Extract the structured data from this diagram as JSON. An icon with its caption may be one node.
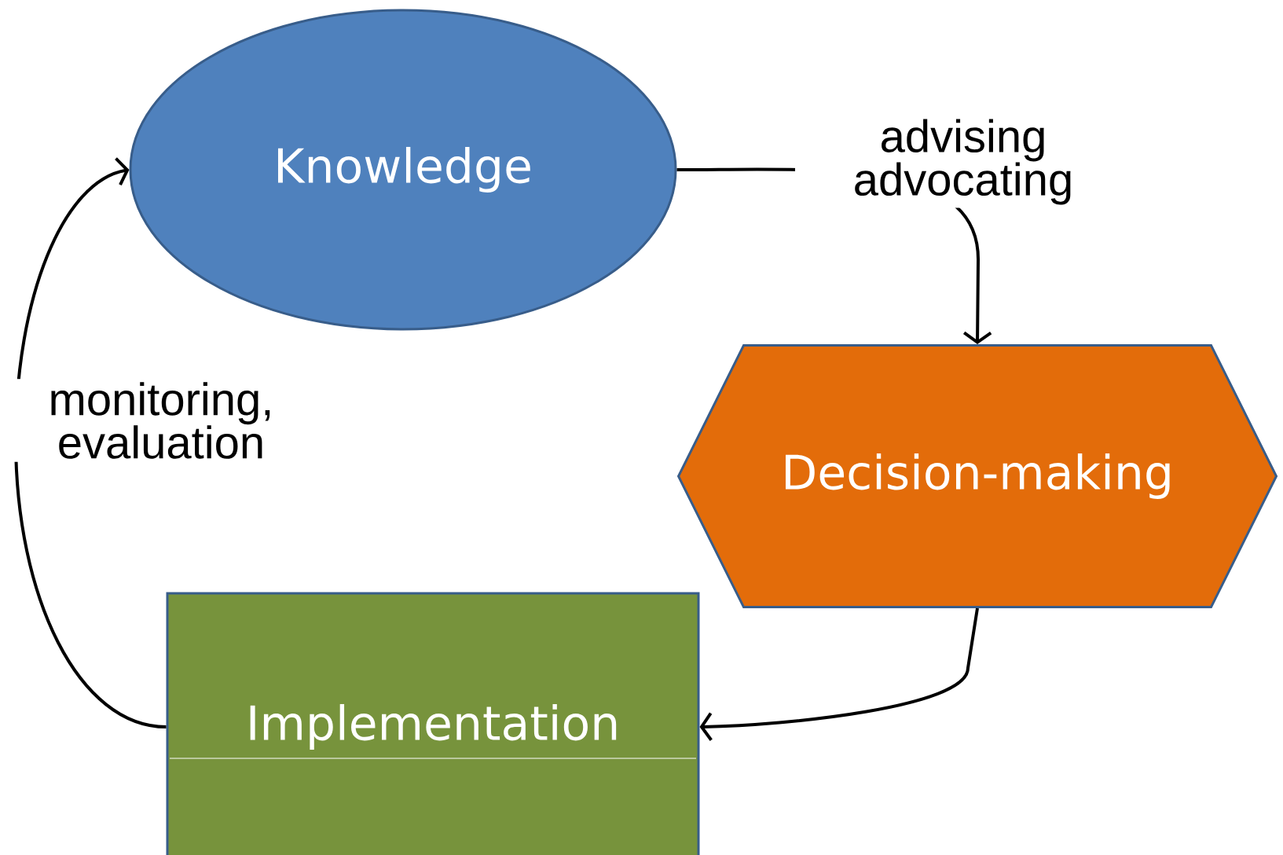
{
  "diagram": {
    "nodes": [
      {
        "text": [
          "Knowledge"
        ]
      },
      {
        "text": [
          "Decision-making"
        ]
      },
      {
        "text": [
          "Implementation"
        ]
      }
    ],
    "edges": [
      {
        "from": 0,
        "to": 1,
        "arrow": "to",
        "label": "advising advocating"
      },
      {
        "from": 1,
        "to": 2,
        "arrow": "to"
      },
      {
        "from": 2,
        "to": 0,
        "arrow": "to",
        "label": "monitoring, evaluation"
      }
    ]
  }
}
